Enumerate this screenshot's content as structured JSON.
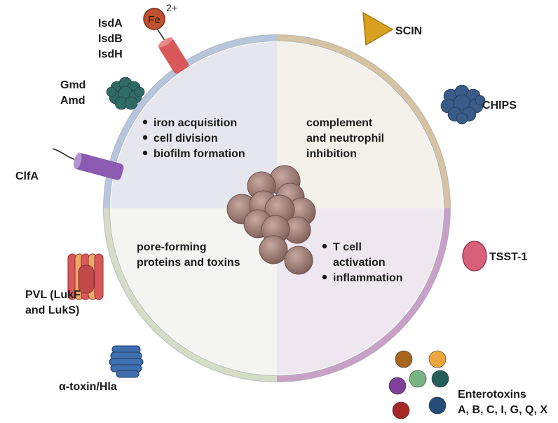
{
  "quadrants": {
    "top_left": {
      "bullets": [
        "iron acquisition",
        "cell division",
        "biofilm formation"
      ],
      "color": "#e6e7ee"
    },
    "top_right": {
      "lines": [
        "complement",
        "and neutrophil",
        "inhibition"
      ],
      "color": "#f3f1ea"
    },
    "bottom_left": {
      "lines": [
        "pore-forming",
        "proteins and toxins"
      ],
      "color": "#f4f4f1"
    },
    "bottom_right": {
      "bullets": [
        "T cell",
        "activation",
        "inflammation"
      ],
      "color": "#efe7f0"
    }
  },
  "ring_colors": {
    "top_left": "#b8c6dd",
    "top_right": "#d5c3a3",
    "bottom_left": "#d5ddc6",
    "bottom_right": "#c9a0c8"
  },
  "factors": {
    "isd": {
      "lines": [
        "IsdA",
        "IsdB",
        "IsdH"
      ],
      "ion": "Fe",
      "charge": "2+",
      "color": "#d9595a"
    },
    "gmd_amd": {
      "lines": [
        "Gmd",
        "Amd"
      ],
      "color": "#2f6b64"
    },
    "clfa": {
      "label": "ClfA",
      "color": "#8a5bb0"
    },
    "pvl": {
      "lines": [
        "PVL (LukF",
        "and LukS)"
      ],
      "color": "#d9595a",
      "accent": "#f0a868"
    },
    "alpha_toxin": {
      "label": "α-toxin/Hla",
      "color": "#3f6fae"
    },
    "scin": {
      "label": "SCIN",
      "color": "#d9a022"
    },
    "chips": {
      "label": "CHIPS",
      "color": "#3a5a88"
    },
    "tsst1": {
      "label": "TSST-1",
      "color": "#d9607a"
    },
    "enterotoxins": {
      "lines": [
        "Enterotoxins",
        "A, B, C, I, G, Q, X"
      ],
      "dot_colors": [
        "#a9651e",
        "#eea63e",
        "#7f3f9a",
        "#77b580",
        "#225e5a",
        "#a62827",
        "#254d7a"
      ]
    }
  },
  "bacteria_color": "#9a7a73"
}
